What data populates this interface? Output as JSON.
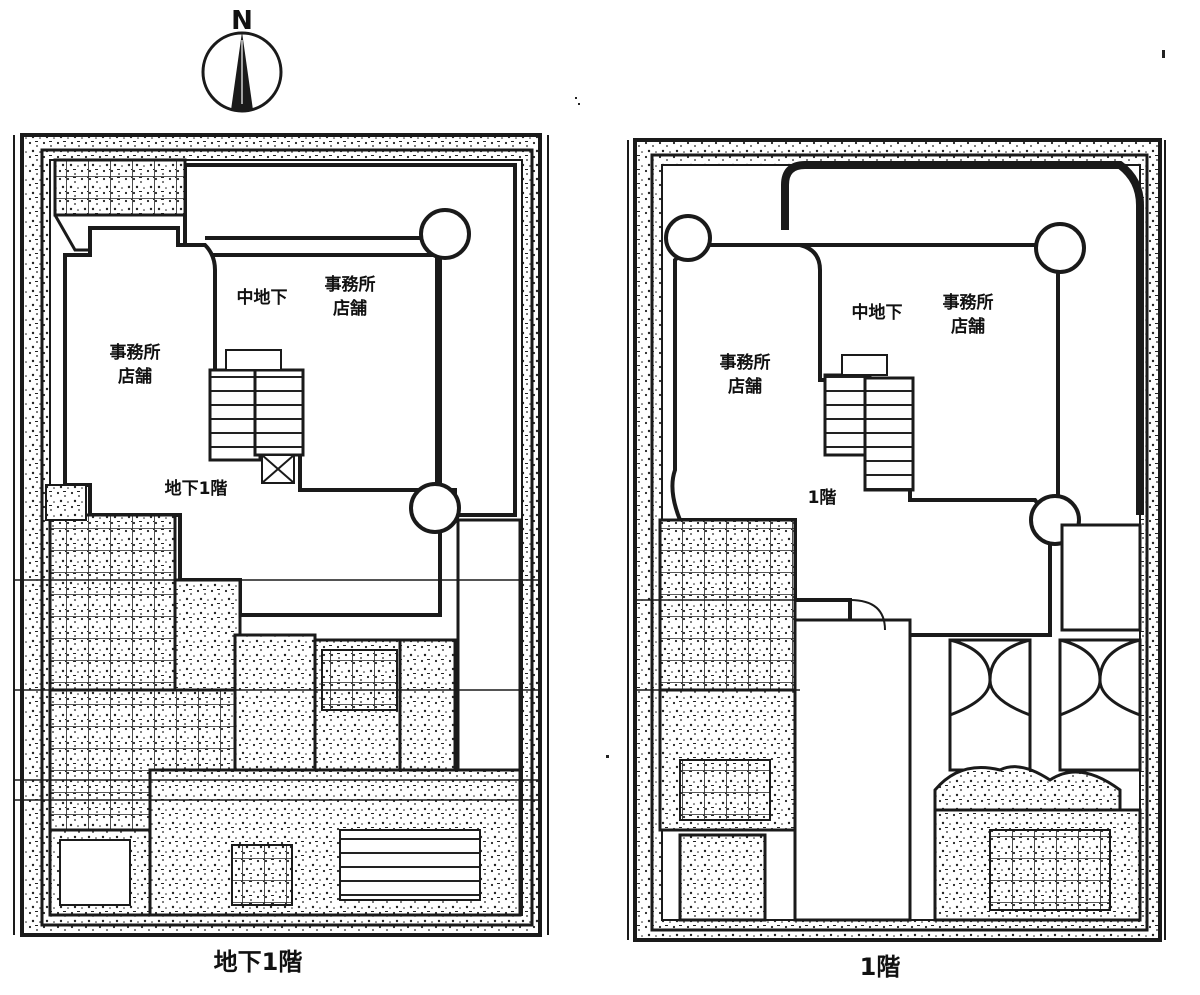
{
  "compass": {
    "north_letter": "N"
  },
  "plans": [
    {
      "caption": "地下1階",
      "rooms": {
        "office_shop_left": [
          "事務所",
          "店舗"
        ],
        "mezzanine": "中地下",
        "office_shop_right": [
          "事務所",
          "店舗"
        ],
        "floor_label": "地下1階"
      }
    },
    {
      "caption": "1階",
      "rooms": {
        "office_shop_left": [
          "事務所",
          "店舗"
        ],
        "mezzanine": "中地下",
        "office_shop_right": [
          "事務所",
          "店舗"
        ],
        "floor_label": "1階"
      }
    }
  ],
  "colors": {
    "ink": "#1a1a1a",
    "paper": "#ffffff"
  }
}
